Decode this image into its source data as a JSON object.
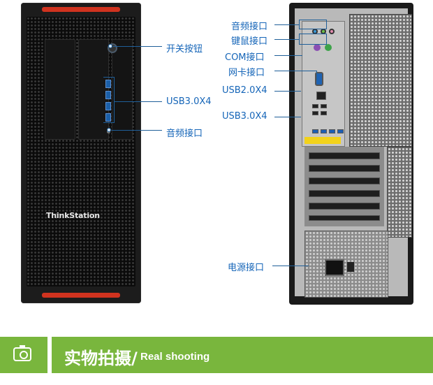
{
  "front_tower": {
    "brand_logo": "ThinkStation"
  },
  "front_callouts": {
    "power_button": "开关按钮",
    "usb_front": "USB3.0X4",
    "audio_front": "音频接口"
  },
  "rear_callouts": {
    "audio_port": "音频接口",
    "ps2_port": "键鼠接口",
    "com_port": "COM接口",
    "network_port": "网卡接口",
    "usb2": "USB2.0X4",
    "usb3": "USB3.0X4",
    "power_socket": "电源接口"
  },
  "banner": {
    "camera_icon": "camera-icon",
    "title_cn": "实物拍摄/",
    "title_en": "Real shooting",
    "color": "#79b63d"
  },
  "colors": {
    "callout": "#1565b8",
    "accent_red": "#d0331f"
  }
}
